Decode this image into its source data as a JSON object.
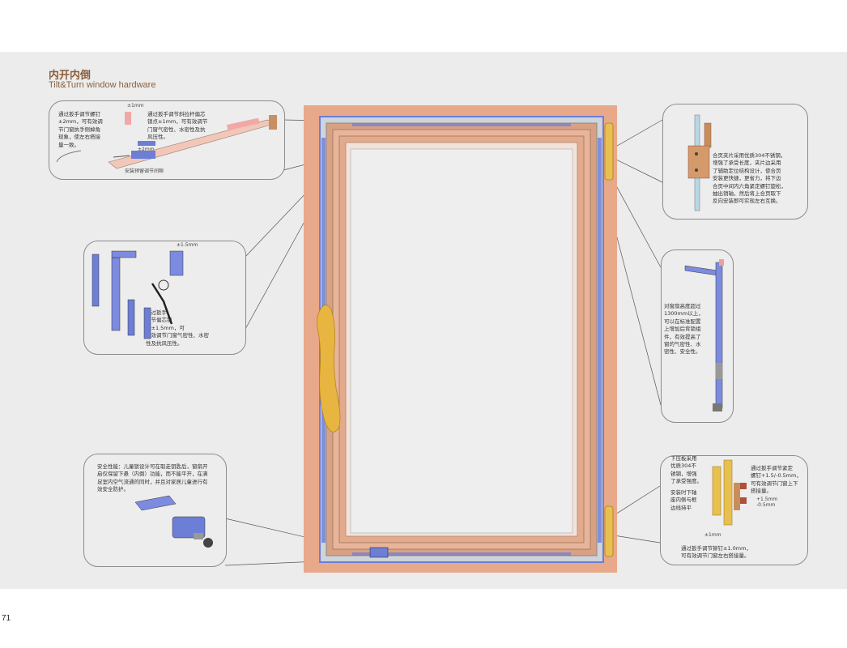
{
  "header": {
    "title_cn": "内开内倒",
    "title_en": "Tilt&Turn window hardware"
  },
  "page_number": "71",
  "callouts": {
    "top_left": {
      "note_a": "通过扳手调节螺钉\n±2mm，可有效调\n节门窗执手侧掉角\n现象，使左右搭接\n量一致。",
      "note_b": "通过扳手调节斜拉杆偏芯\n锁点±1mm，可有效调节\n门窗气密性、水密性及抗\n风压性。",
      "dim_1mm": "±1mm",
      "dim_2mm": "±2mm",
      "install_label": "安装预留调节间隙"
    },
    "mid_left": {
      "note": "通过扳手\n调节偏芯锁\n点±1.5mm，可\n有效调节门窗气密性、水密\n性及抗风压性。",
      "dim": "±1.5mm"
    },
    "bottom_left": {
      "note": "安全性能：儿童锁设计可在取走钥匙后，窗扇开\n启仅保留下悬（内倒）功能，而不能平开，在满\n足室内空气流通的同时，并且对家居儿童进行有\n效安全防护。"
    },
    "top_right": {
      "note": "合页夹片采用优质304不锈钢，\n增强了承受长度，夹片边采用\n了辅助定位结构设计，使合页\n安装更快捷，更省力，将下边\n合页中间内六角紧定螺钉旋松，\n抽出销轴，然后将上合页取下\n反向安装即可实现左右互换。"
    },
    "mid_right": {
      "note": "对窗扇高度超过\n1300mm以上，\n可以在标准配置\n上增加后背锁组\n件，有效提高了\n窗的气密性、水\n密性、安全性。"
    },
    "bottom_right": {
      "note_a": "下压板采用\n优质304不\n锈钢，增强\n了承受强度。",
      "note_b": "安装时下轴\n座内侧与框\n边线持平",
      "note_c": "通过扳手调节紧定\n螺钉+1.5/-0.5mm，\n可有效调节门窗上下\n搭接量。",
      "dim_plus": "+1.5mm",
      "dim_minus": "-0.5mm",
      "dim_1mm": "±1mm",
      "note_d": "通过扳手调节铆钉±1.0mm，\n可有效调节门窗左右搭接量。"
    }
  },
  "colors": {
    "band": "#ececec",
    "frame_outer": "#e8a88a",
    "frame_inner": "#d9a184",
    "hardware_blue": "#6c7ed6",
    "handle_gold": "#e8b540",
    "title_brown": "#8a5f3e"
  }
}
